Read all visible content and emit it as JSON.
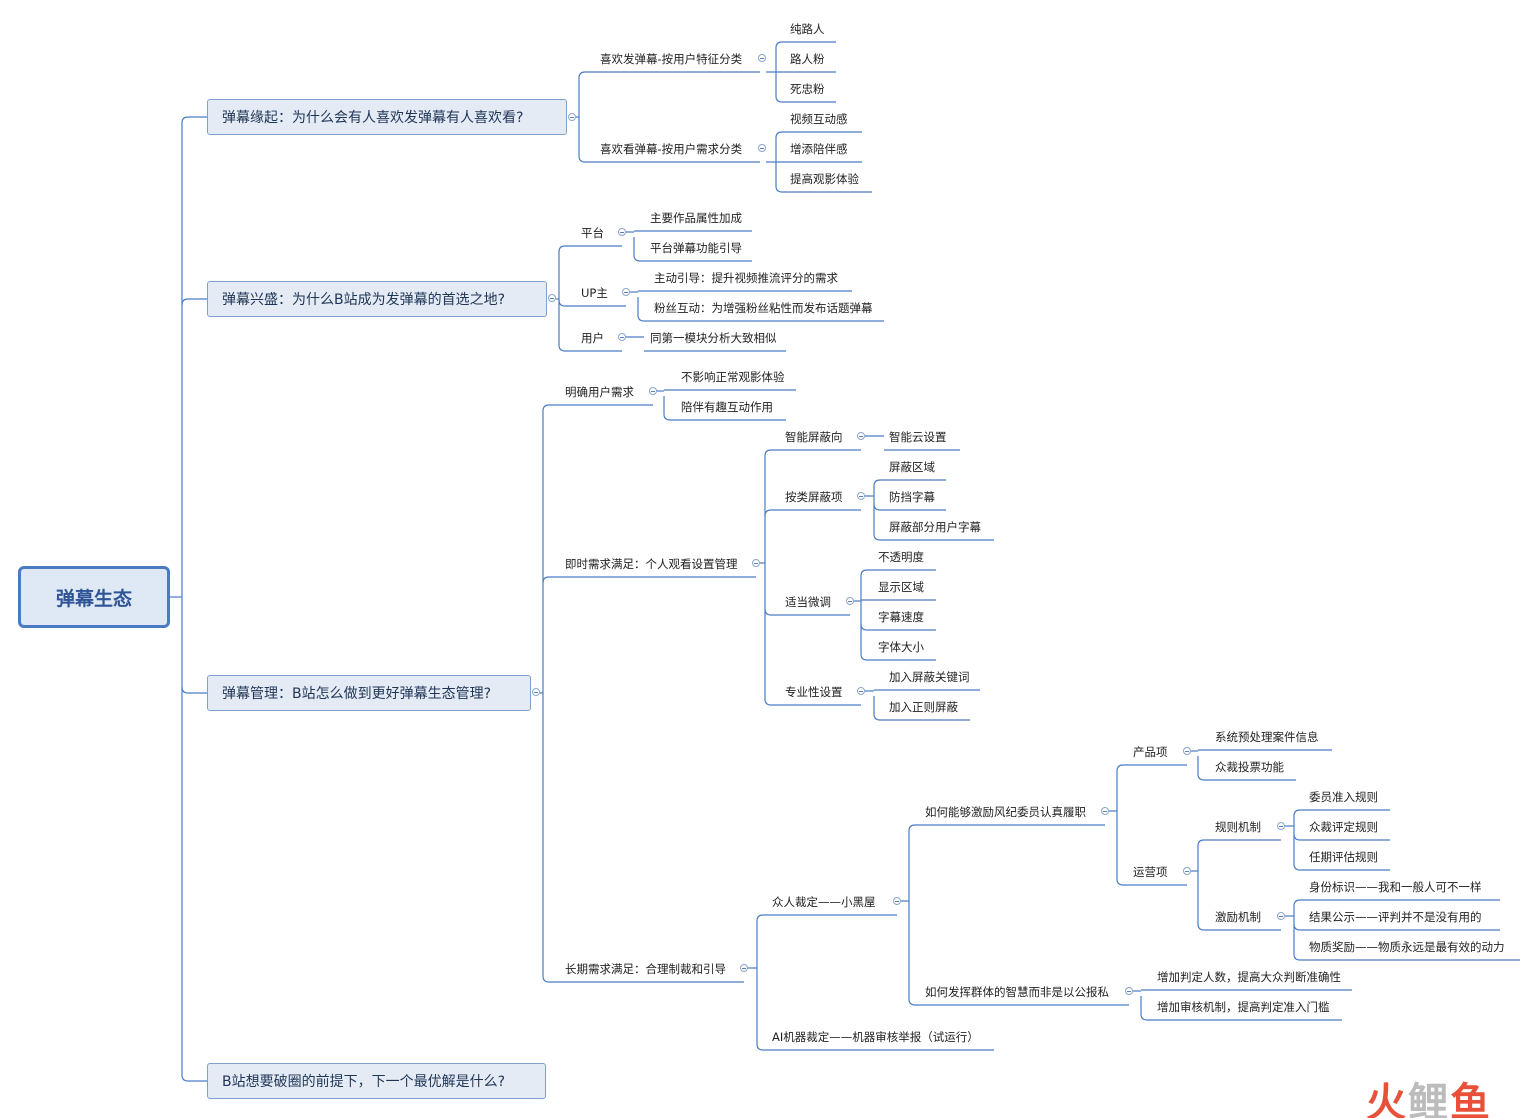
{
  "root": "弹幕生态",
  "main_topics": {
    "m1": "弹幕缘起：为什么会有人喜欢发弹幕有人喜欢看?",
    "m2": "弹幕兴盛：为什么B站成为发弹幕的首选之地?",
    "m3": "弹幕管理：B站怎么做到更好弹幕生态管理?",
    "m4": "B站想要破圈的前提下，下一个最优解是什么?"
  },
  "nodes": {
    "a1": "喜欢发弹幕-按用户特征分类",
    "a1_1": "纯路人",
    "a1_2": "路人粉",
    "a1_3": "死忠粉",
    "a2": "喜欢看弹幕-按用户需求分类",
    "a2_1": "视频互动感",
    "a2_2": "增添陪伴感",
    "a2_3": "提高观影体验",
    "b1": "平台",
    "b1_1": "主要作品属性加成",
    "b1_2": "平台弹幕功能引导",
    "b2": "UP主",
    "b2_1": "主动引导：提升视频推流评分的需求",
    "b2_2": "粉丝互动：为增强粉丝粘性而发布话题弹幕",
    "b3": "用户",
    "b3_1": "同第一模块分析大致相似",
    "c1": "明确用户需求",
    "c1_1": "不影响正常观影体验",
    "c1_2": "陪伴有趣互动作用",
    "c2": "即时需求满足：个人观看设置管理",
    "c2_1": "智能屏蔽向",
    "c2_1_1": "智能云设置",
    "c2_2": "按类屏蔽项",
    "c2_2_1": "屏蔽区域",
    "c2_2_2": "防挡字幕",
    "c2_2_3": "屏蔽部分用户字幕",
    "c2_3": "适当微调",
    "c2_3_1": "不透明度",
    "c2_3_2": "显示区域",
    "c2_3_3": "字幕速度",
    "c2_3_4": "字体大小",
    "c2_4": "专业性设置",
    "c2_4_1": "加入屏蔽关键词",
    "c2_4_2": "加入正则屏蔽",
    "c3": "长期需求满足：合理制裁和引导",
    "c3_1": "众人裁定——小黑屋",
    "c3_1_1": "如何能够激励风纪委员认真履职",
    "c3_1_1_1": "产品项",
    "c3_1_1_1_1": "系统预处理案件信息",
    "c3_1_1_1_2": "众裁投票功能",
    "c3_1_1_2": "运营项",
    "c3_1_1_2_1": "规则机制",
    "r1": "委员准入规则",
    "r2": "众裁评定规则",
    "r3": "任期评估规则",
    "c3_1_1_2_2": "激励机制",
    "j1": "身份标识——我和一般人可不一样",
    "j2": "结果公示——评判并不是没有用的",
    "j3": "物质奖励——物质永远是最有效的动力",
    "c3_1_2": "如何发挥群体的智慧而非是以公报私",
    "c3_1_2_1": "增加判定人数，提高大众判断准确性",
    "c3_1_2_2": "增加审核机制，提高判定准入门槛",
    "c3_2": "AI机器裁定——机器审核举报（试运行）"
  },
  "watermark": {
    "huo": "火",
    "li": "鲤",
    "yu": "鱼"
  },
  "colors": {
    "line": "#4a7cc4",
    "root_fill": "#dfe8f5",
    "main_fill": "#e4ebf5",
    "watermark_red": "#e8503a",
    "watermark_gray": "#bcbcbc"
  }
}
